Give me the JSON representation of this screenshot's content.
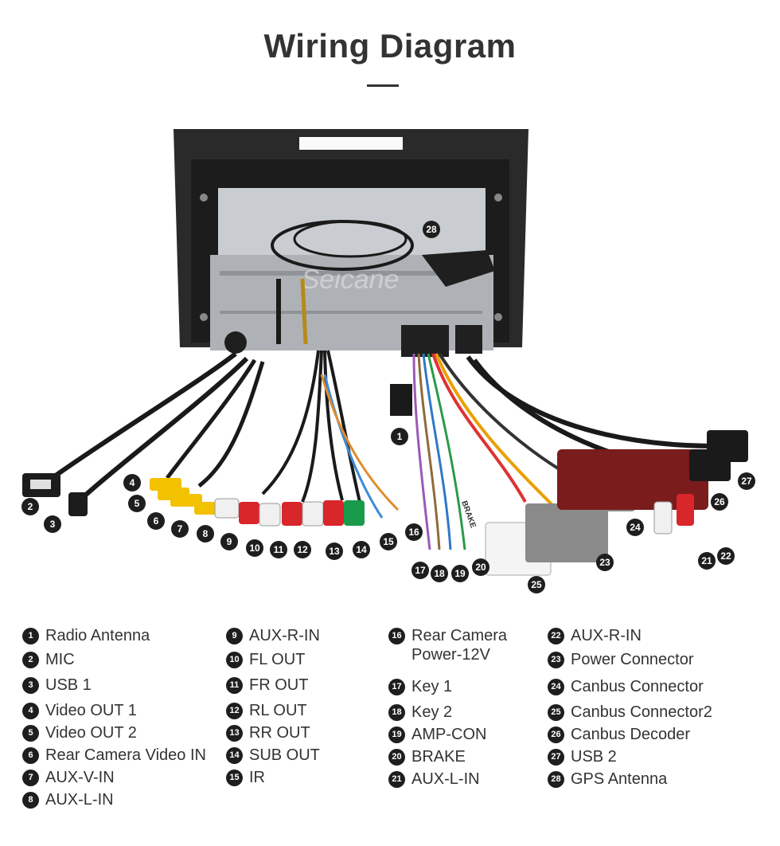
{
  "title": "Wiring Diagram",
  "watermark": "Seicane",
  "items": [
    {
      "n": "1",
      "label": "Radio Antenna"
    },
    {
      "n": "2",
      "label": "MIC"
    },
    {
      "n": "3",
      "label": "USB 1"
    },
    {
      "n": "4",
      "label": "Video OUT 1"
    },
    {
      "n": "5",
      "label": "Video OUT 2"
    },
    {
      "n": "6",
      "label": "Rear Camera Video IN"
    },
    {
      "n": "7",
      "label": "AUX-V-IN"
    },
    {
      "n": "8",
      "label": "AUX-L-IN"
    },
    {
      "n": "9",
      "label": "AUX-R-IN"
    },
    {
      "n": "10",
      "label": "FL OUT"
    },
    {
      "n": "11",
      "label": "FR OUT"
    },
    {
      "n": "12",
      "label": "RL OUT"
    },
    {
      "n": "13",
      "label": "RR OUT"
    },
    {
      "n": "14",
      "label": "SUB OUT"
    },
    {
      "n": "15",
      "label": "IR"
    },
    {
      "n": "16",
      "label": "Rear Camera\nPower-12V"
    },
    {
      "n": "17",
      "label": "Key 1"
    },
    {
      "n": "18",
      "label": "Key 2"
    },
    {
      "n": "19",
      "label": "AMP-CON"
    },
    {
      "n": "20",
      "label": "BRAKE"
    },
    {
      "n": "21",
      "label": "AUX-L-IN"
    },
    {
      "n": "22",
      "label": "AUX-R-IN"
    },
    {
      "n": "23",
      "label": "Power Connector"
    },
    {
      "n": "24",
      "label": "Canbus Connector"
    },
    {
      "n": "25",
      "label": "Canbus Connector2"
    },
    {
      "n": "26",
      "label": "Canbus Decoder"
    },
    {
      "n": "27",
      "label": "USB 2"
    },
    {
      "n": "28",
      "label": "GPS Antenna"
    }
  ],
  "cable_tag": "BRAKE",
  "colors": {
    "title": "#333333",
    "badge": "#1e1e1e",
    "unit": "#2b2b2b",
    "rca_yellow": "#f2c200",
    "rca_red": "#d8262b",
    "rca_white": "#f0f0f0",
    "rca_green": "#1a9a4b"
  }
}
